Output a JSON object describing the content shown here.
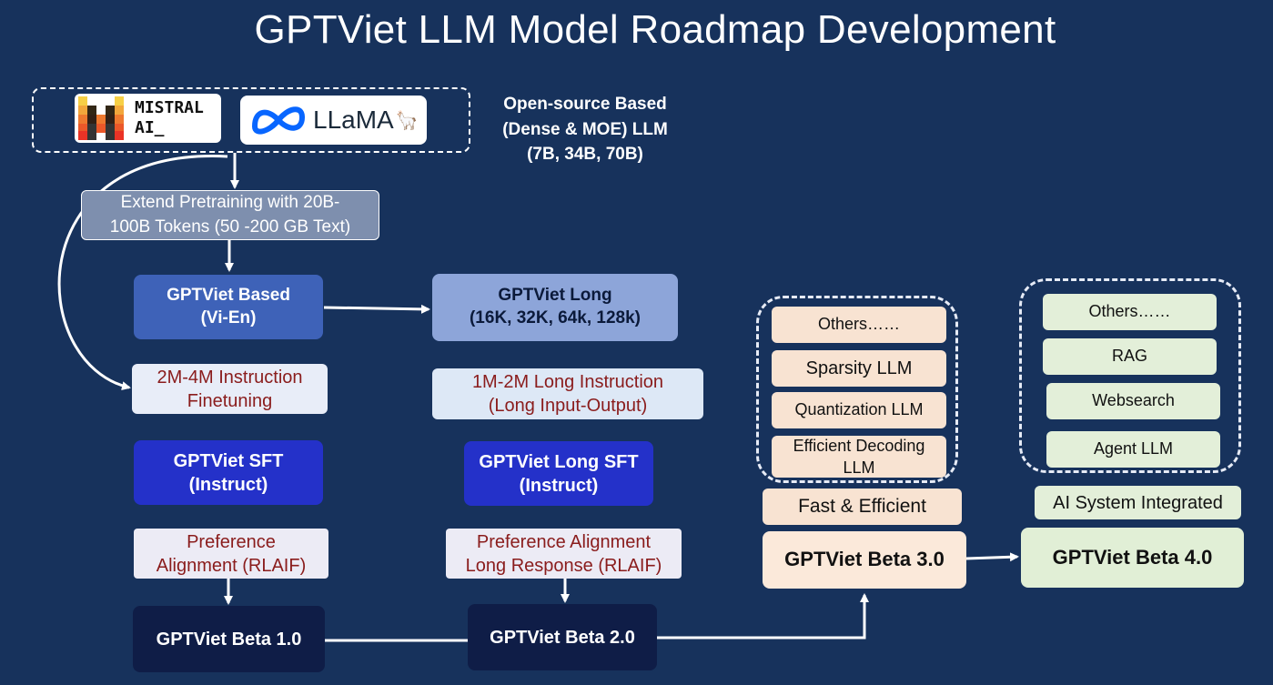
{
  "title": "GPTViet LLM Model Roadmap Development",
  "logos": {
    "mistral": "MISTRAL AI_",
    "mistral_line1": "MISTRAL",
    "mistral_line2": "AI_",
    "llama": "LLaMA"
  },
  "open_source": {
    "line1": "Open-source Based",
    "line2": "(Dense & MOE) LLM",
    "line3": "(7B, 34B, 70B)"
  },
  "extend_pretraining": {
    "line1": "Extend Pretraining with 20B-",
    "line2": "100B Tokens (50 -200 GB Text)"
  },
  "gptviet_based": {
    "line1": "GPTViet Based",
    "line2": "(Vi-En)"
  },
  "gptviet_long": {
    "line1": "GPTViet Long",
    "line2": "(16K, 32K, 64k, 128k)"
  },
  "instruction_ft": {
    "line1": "2M-4M Instruction",
    "line2": "Finetuning"
  },
  "long_instruction": {
    "line1": "1M-2M  Long Instruction",
    "line2": "(Long Input-Output)"
  },
  "sft": {
    "line1": "GPTViet SFT",
    "line2": "(Instruct)"
  },
  "long_sft": {
    "line1": "GPTViet Long SFT",
    "line2": "(Instruct)"
  },
  "preference": {
    "line1": "Preference",
    "line2": "Alignment (RLAIF)"
  },
  "long_preference": {
    "line1": "Preference Alignment",
    "line2": "Long Response (RLAIF)"
  },
  "beta1": "GPTViet Beta 1.0",
  "beta2": "GPTViet Beta 2.0",
  "beta3": "GPTViet Beta 3.0",
  "beta4": "GPTViet Beta 4.0",
  "efficiency_group": {
    "items": [
      "Others……",
      "Sparsity LLM",
      "Quantization LLM"
    ],
    "decoding": {
      "line1": "Efficient Decoding",
      "line2": "LLM"
    },
    "label": "Fast & Efficient"
  },
  "system_group": {
    "items": [
      "Others……",
      "RAG",
      "Websearch",
      "Agent LLM"
    ],
    "label": "AI System Integrated"
  },
  "colors": {
    "background": "#17325c",
    "based": "#3e62b8",
    "long": "#8da5d9",
    "sft": "#2431c9",
    "beta": "#0f1d47",
    "peach": "#f8e3d2",
    "green": "#e3efd9",
    "instruction_text": "#8a1c1c"
  }
}
